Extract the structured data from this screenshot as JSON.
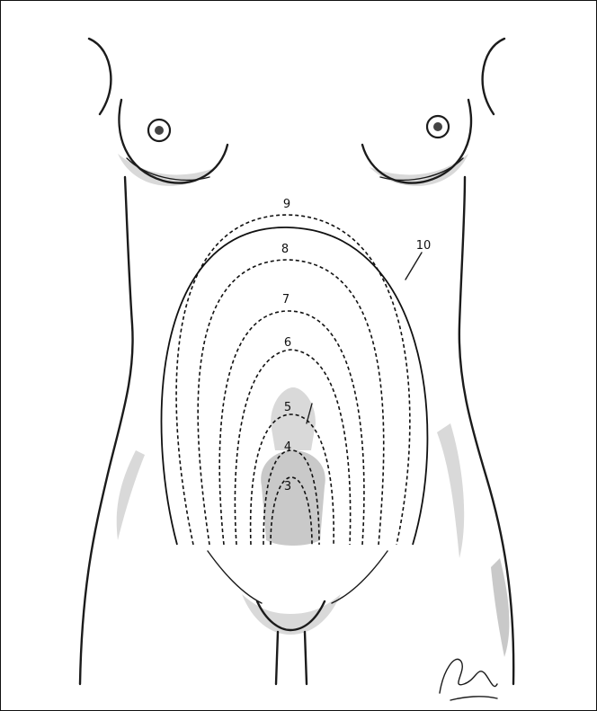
{
  "figure": {
    "curve_labels": [
      "3",
      "4",
      "5",
      "6",
      "7",
      "8",
      "9",
      "10"
    ],
    "signature": "signature"
  },
  "colors": {
    "line": "#111111",
    "shading": "#c9c9c9",
    "background": "#ffffff"
  }
}
